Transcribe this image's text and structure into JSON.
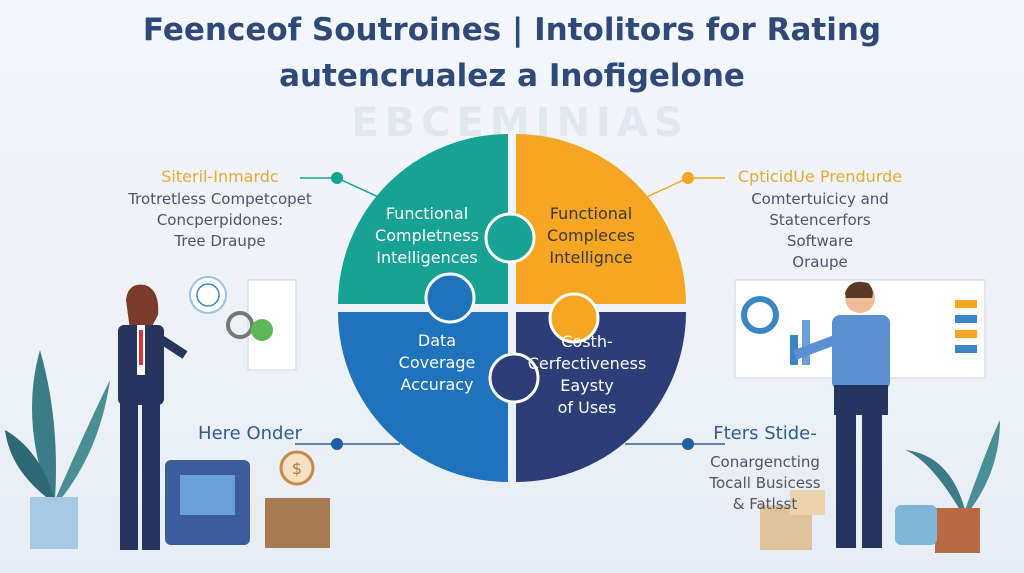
{
  "title": {
    "line1": "Feenceof Soutroines | Intolitors for Rating",
    "line2": "autencrualez a Inofigelone"
  },
  "watermark": "EBCEMINIAS",
  "quadrants": [
    {
      "lines": [
        "Functional",
        "Completness",
        "Intelligences"
      ],
      "color": "#17a394"
    },
    {
      "lines": [
        "Functional",
        "Compleces",
        "Intellignce"
      ],
      "color": "#f5a623"
    },
    {
      "lines": [
        "Data",
        "Coverage",
        "Accuracy"
      ],
      "color": "#1f73bd"
    },
    {
      "lines": [
        "Costh-",
        "Cerfectiveness",
        "Eaysty",
        "of Uses"
      ],
      "color": "#2c3d78"
    }
  ],
  "callouts": {
    "top_left": {
      "heading": "Siteril-Inmardc",
      "lines": [
        "Trotretless Competcopet",
        "Concperpidones:",
        "Tree Draupe"
      ]
    },
    "top_right": {
      "heading": "CpticidUe Prendurde",
      "lines": [
        "Comtertuicicy and",
        "Statencerfors",
        "Software",
        "Oraupe"
      ]
    },
    "bottom_left": {
      "heading": "Here Onder"
    },
    "bottom_right": {
      "heading": "Fters Stide-",
      "lines": [
        "Conargencting",
        "Tocall Busicess",
        "& Fatlsst"
      ]
    }
  },
  "icons": {
    "coin_symbol": "$"
  }
}
